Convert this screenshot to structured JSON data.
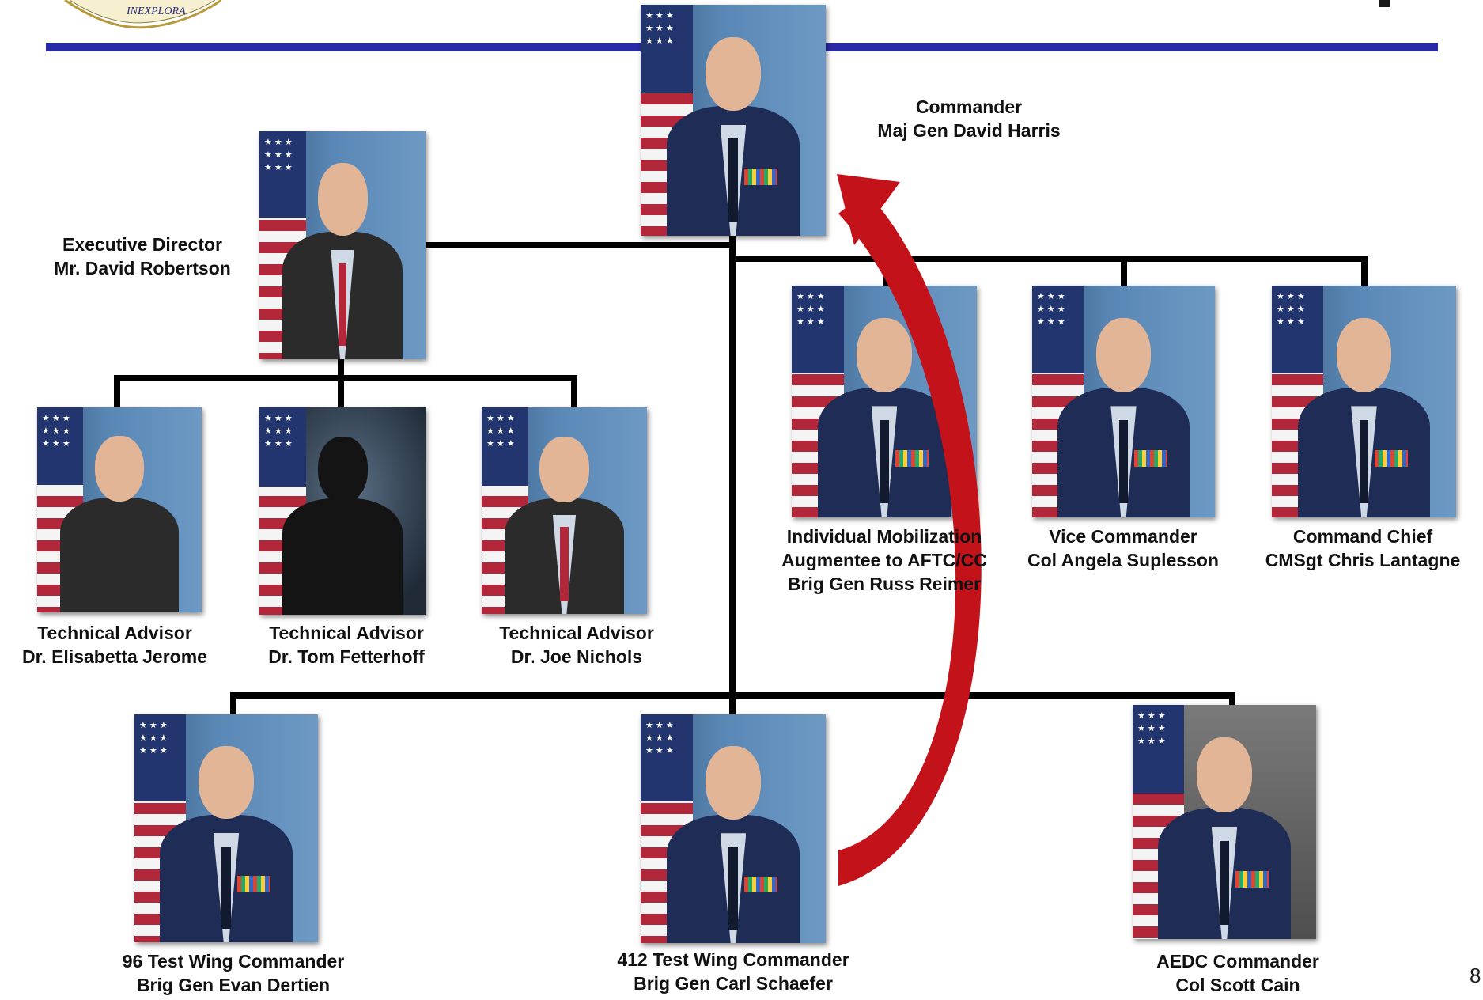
{
  "page_number": "8",
  "colors": {
    "header_bar": "#2a2aa6",
    "arrow": "#c4121a"
  },
  "nodes": {
    "commander": {
      "title": "Commander",
      "name": "Maj Gen David Harris"
    },
    "executive_director": {
      "title": "Executive Director",
      "name": "Mr. David Robertson"
    },
    "ima": {
      "title_line1": "Individual Mobilization",
      "title_line2": "Augmentee to AFTC/CC",
      "name": "Brig Gen Russ Reimer"
    },
    "vice_commander": {
      "title": "Vice Commander",
      "name": "Col Angela Suplesson"
    },
    "command_chief": {
      "title": "Command Chief",
      "name": "CMSgt Chris Lantagne"
    },
    "tech_advisor_1": {
      "title": "Technical Advisor",
      "name": "Dr. Elisabetta Jerome"
    },
    "tech_advisor_2": {
      "title": "Technical Advisor",
      "name": "Dr. Tom Fetterhoff"
    },
    "tech_advisor_3": {
      "title": "Technical Advisor",
      "name": "Dr. Joe Nichols"
    },
    "wing_96": {
      "title": "96 Test Wing Commander",
      "name": "Brig Gen Evan Dertien"
    },
    "wing_412": {
      "title": "412 Test Wing Commander",
      "name": "Brig Gen Carl Schaefer"
    },
    "aedc": {
      "title": "AEDC Commander",
      "name": "Col Scott Cain"
    }
  }
}
